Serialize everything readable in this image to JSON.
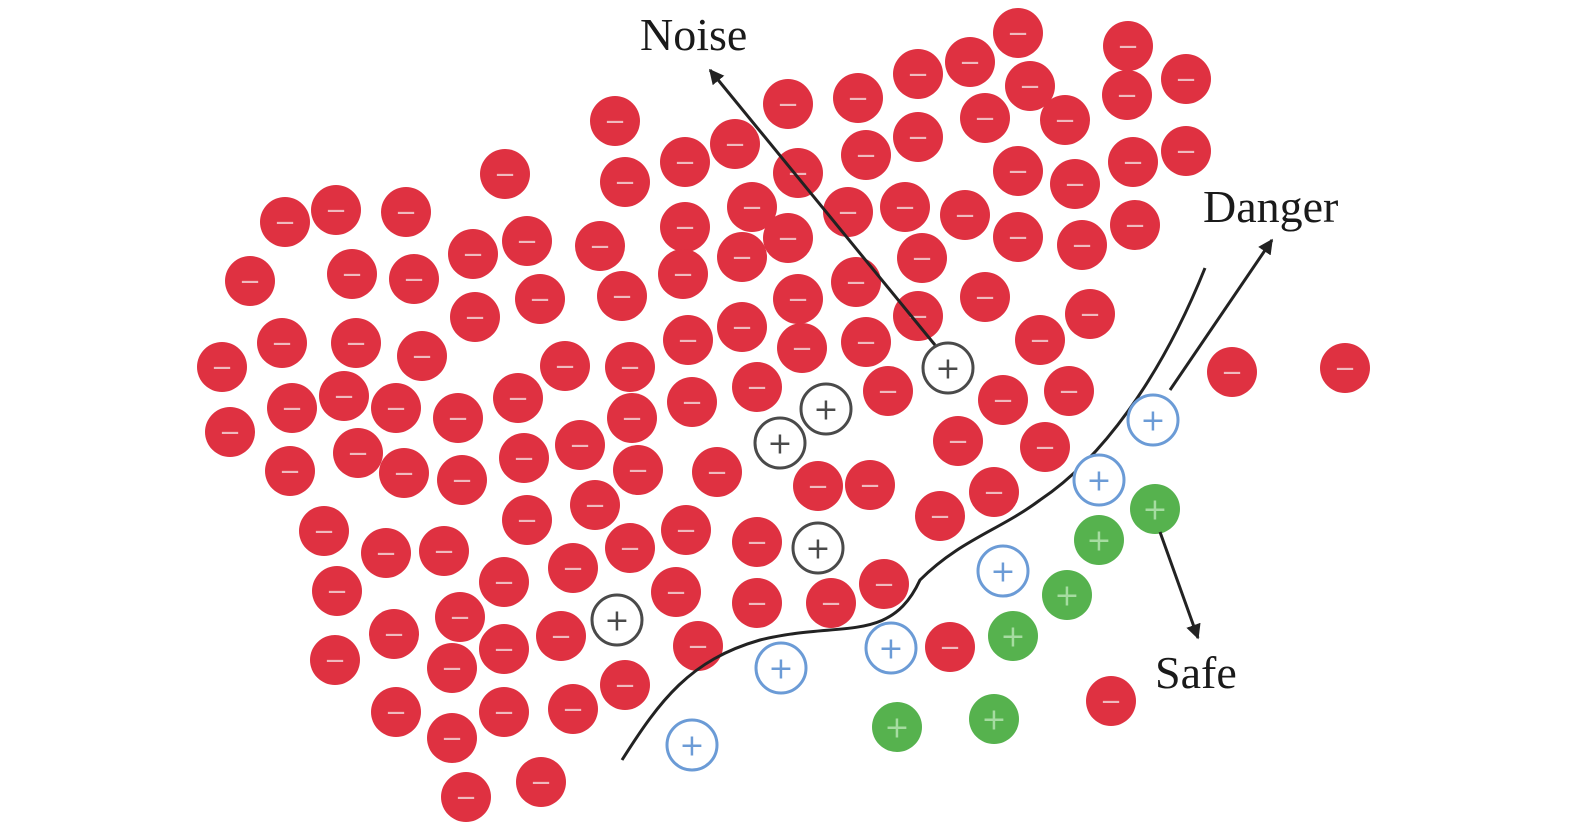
{
  "labels": {
    "noise": "Noise",
    "danger": "Danger",
    "safe": "Safe"
  },
  "symbols": {
    "minority": "+",
    "majority": "−"
  },
  "colors": {
    "majority_fill": "#df3141",
    "noise_stroke": "#4a4a4a",
    "danger_stroke": "#6b9bd6",
    "safe_fill": "#56b24e",
    "line": "#222222"
  }
}
